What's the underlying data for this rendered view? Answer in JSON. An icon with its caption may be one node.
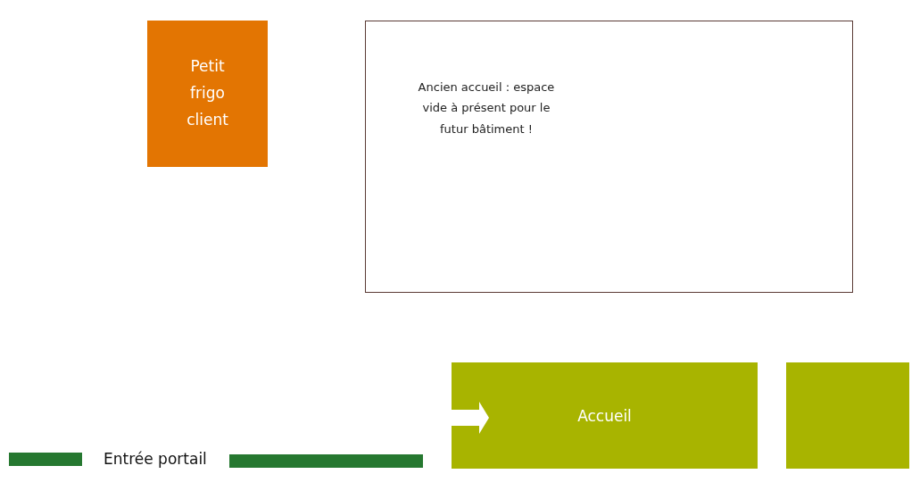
{
  "diagram": {
    "nodes": [
      {
        "text": [
          "Petit frigo client"
        ]
      },
      {
        "text": [
          "Ancien accueil : espace vide à présent pour le futur bâtiment !"
        ]
      },
      {
        "text": [
          "Accueil"
        ]
      },
      {
        "text": [],
        "shape": "box"
      },
      {
        "text": [],
        "shape": "bar"
      },
      {
        "text": [],
        "shape": "bar"
      }
    ],
    "labels": [
      "Entrée portail"
    ]
  }
}
